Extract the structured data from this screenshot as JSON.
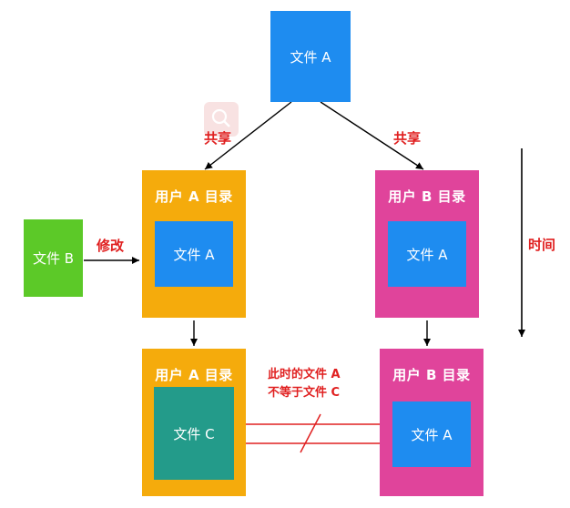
{
  "colors": {
    "file_a": "#1e8cf0",
    "file_b": "#5cc928",
    "dir_a": "#f5ab0c",
    "dir_b": "#e0449b",
    "file_c": "#239b8a",
    "label_red": "#e02020",
    "arrow": "#000000"
  },
  "top_file": {
    "label": "文件 A"
  },
  "share_left": "共享",
  "share_right": "共享",
  "file_b": {
    "label": "文件 B"
  },
  "modify": "修改",
  "dir_a_top": {
    "title": "用户 A 目录",
    "file": "文件 A"
  },
  "dir_b_top": {
    "title": "用户 B 目录",
    "file": "文件 A"
  },
  "dir_a_bottom": {
    "title": "用户 A 目录",
    "file": "文件 C"
  },
  "dir_b_bottom": {
    "title": "用户 B 目录",
    "file": "文件 A"
  },
  "note": {
    "line1": "此时的文件 A",
    "line2": "不等于文件 C"
  },
  "time_label": "时间",
  "search_icon": "magnifier-icon"
}
